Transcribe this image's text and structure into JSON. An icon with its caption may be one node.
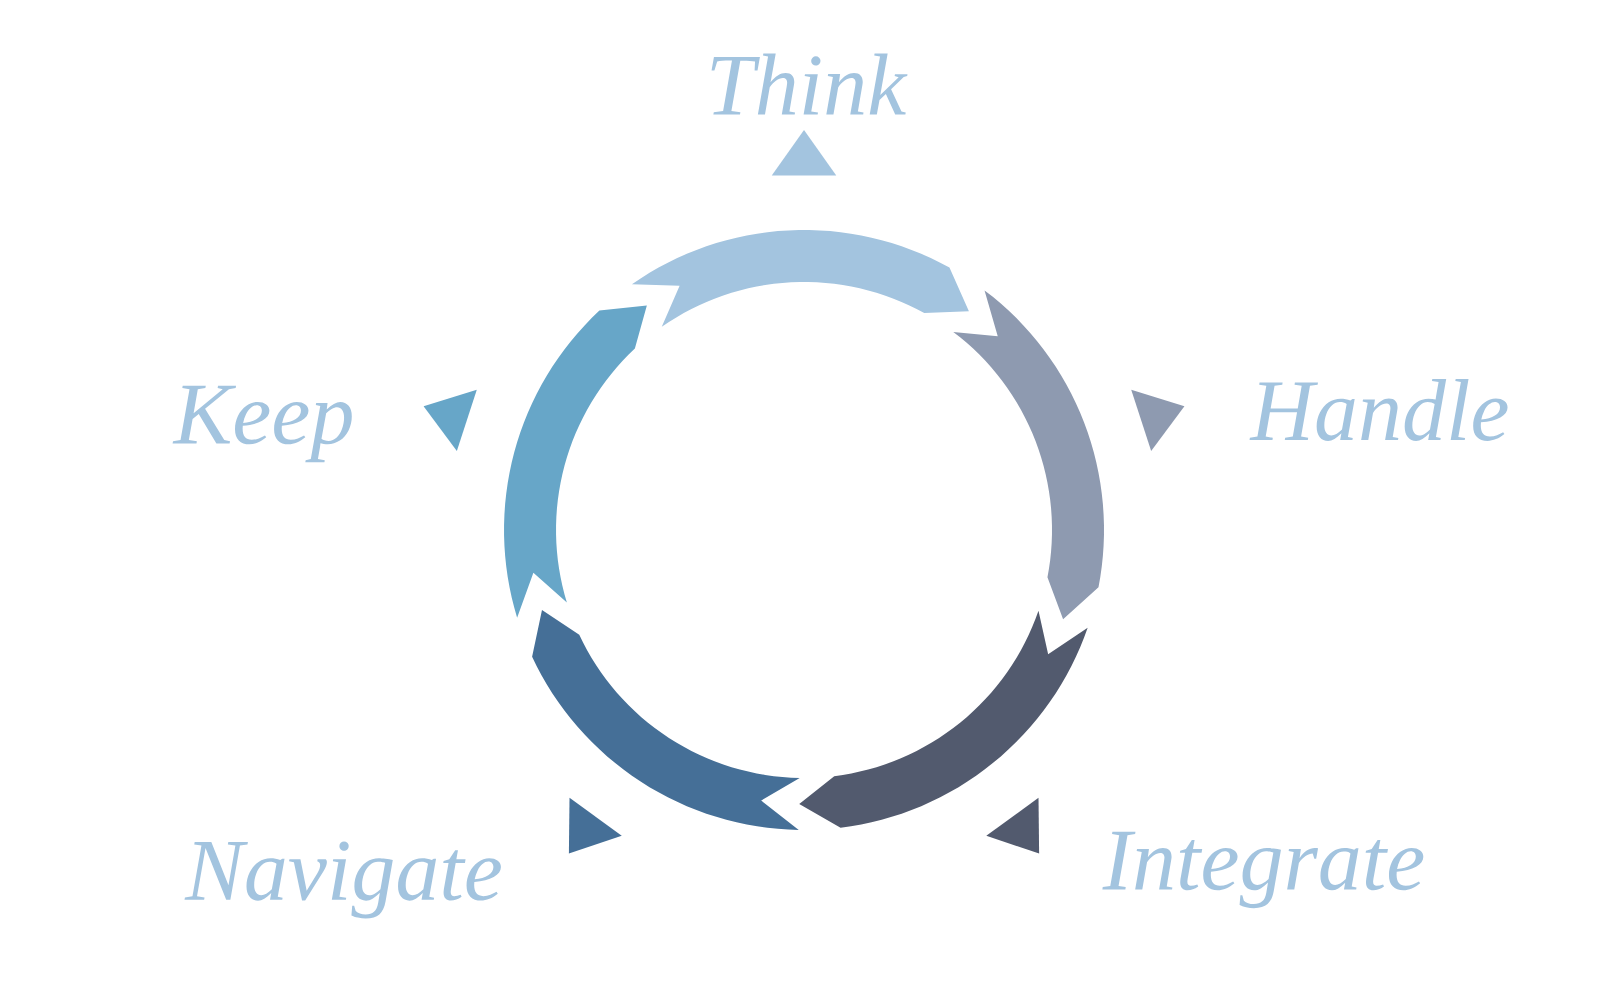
{
  "diagram": {
    "nodes": [
      {
        "text": [
          "Think"
        ]
      },
      {
        "text": [
          "Handle"
        ]
      },
      {
        "text": [
          "Integrate"
        ]
      },
      {
        "text": [
          "Navigate"
        ]
      },
      {
        "text": [
          "Keep"
        ]
      }
    ]
  }
}
